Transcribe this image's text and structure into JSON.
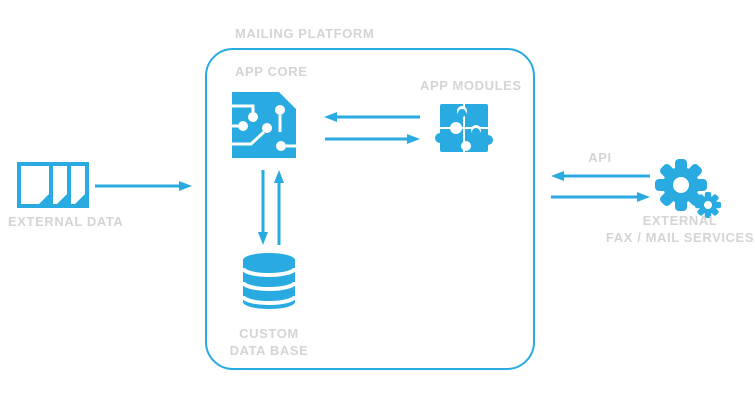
{
  "colors": {
    "accent": "#29ABE2",
    "label": "#D4D4D4",
    "background": "#FFFFFF"
  },
  "diagram": {
    "container": {
      "label": "MAILING PLATFORM"
    },
    "nodes": {
      "app_core": {
        "label": "APP CORE",
        "icon": "circuit-chip-icon"
      },
      "app_modules": {
        "label": "APP MODULES",
        "icon": "puzzle-icon"
      },
      "custom_database": {
        "label_line1": "CUSTOM",
        "label_line2": "DATA BASE",
        "icon": "database-icon"
      },
      "external_data": {
        "label": "EXTERNAL DATA",
        "icon": "documents-icon"
      },
      "external_services": {
        "label_line1": "EXTERNAL",
        "label_line2": "FAX / MAIL SERVICES",
        "icon": "gears-icon"
      }
    },
    "connections": [
      {
        "from": "external_data",
        "to": "mailing_platform",
        "direction": "one-way",
        "label": ""
      },
      {
        "from": "app_core",
        "to": "app_modules",
        "direction": "two-way",
        "label": ""
      },
      {
        "from": "app_core",
        "to": "custom_database",
        "direction": "two-way",
        "label": ""
      },
      {
        "from": "mailing_platform",
        "to": "external_services",
        "direction": "two-way",
        "label": "API"
      }
    ]
  }
}
